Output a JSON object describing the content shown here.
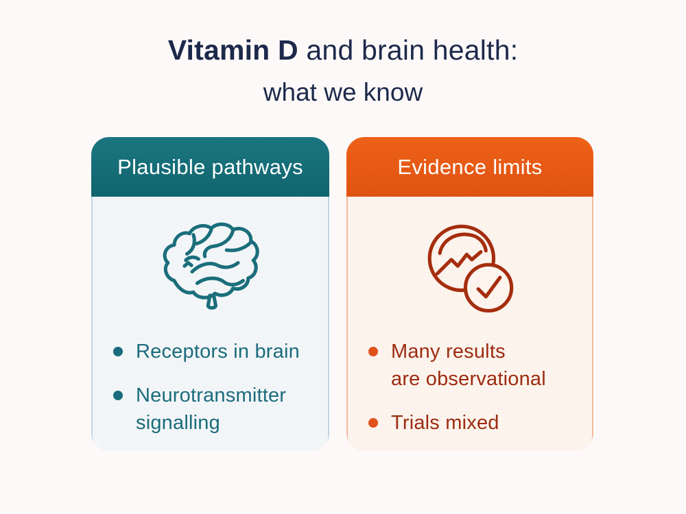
{
  "title": {
    "line1_bold": "Vitamin D",
    "line1_rest": " and brain health:",
    "line2": "what we know",
    "color": "#1c294b"
  },
  "cards": [
    {
      "header": "Plausible pathways",
      "icon": "brain-icon",
      "colors": {
        "header_bg": "#14707a",
        "body_bg": "#f3f6f8",
        "border": "#bdd7e2",
        "text": "#1a6b7c",
        "bullet_dot": "#1a6b7c"
      },
      "bullets": [
        {
          "lines": [
            "Receptors in brain",
            ""
          ]
        },
        {
          "lines": [
            "Neurotransmitter",
            "signalling"
          ]
        }
      ]
    },
    {
      "header": "Evidence limits",
      "icon": "trend-check-icon",
      "colors": {
        "header_bg": "#e85b17",
        "body_bg": "#fcf4ed",
        "border": "#f2b99e",
        "text": "#9c2b10",
        "bullet_dot": "#e0521c"
      },
      "bullets": [
        {
          "lines": [
            "Many results",
            "are observational"
          ]
        },
        {
          "lines": [
            "Trials mixed",
            ""
          ]
        }
      ]
    }
  ]
}
